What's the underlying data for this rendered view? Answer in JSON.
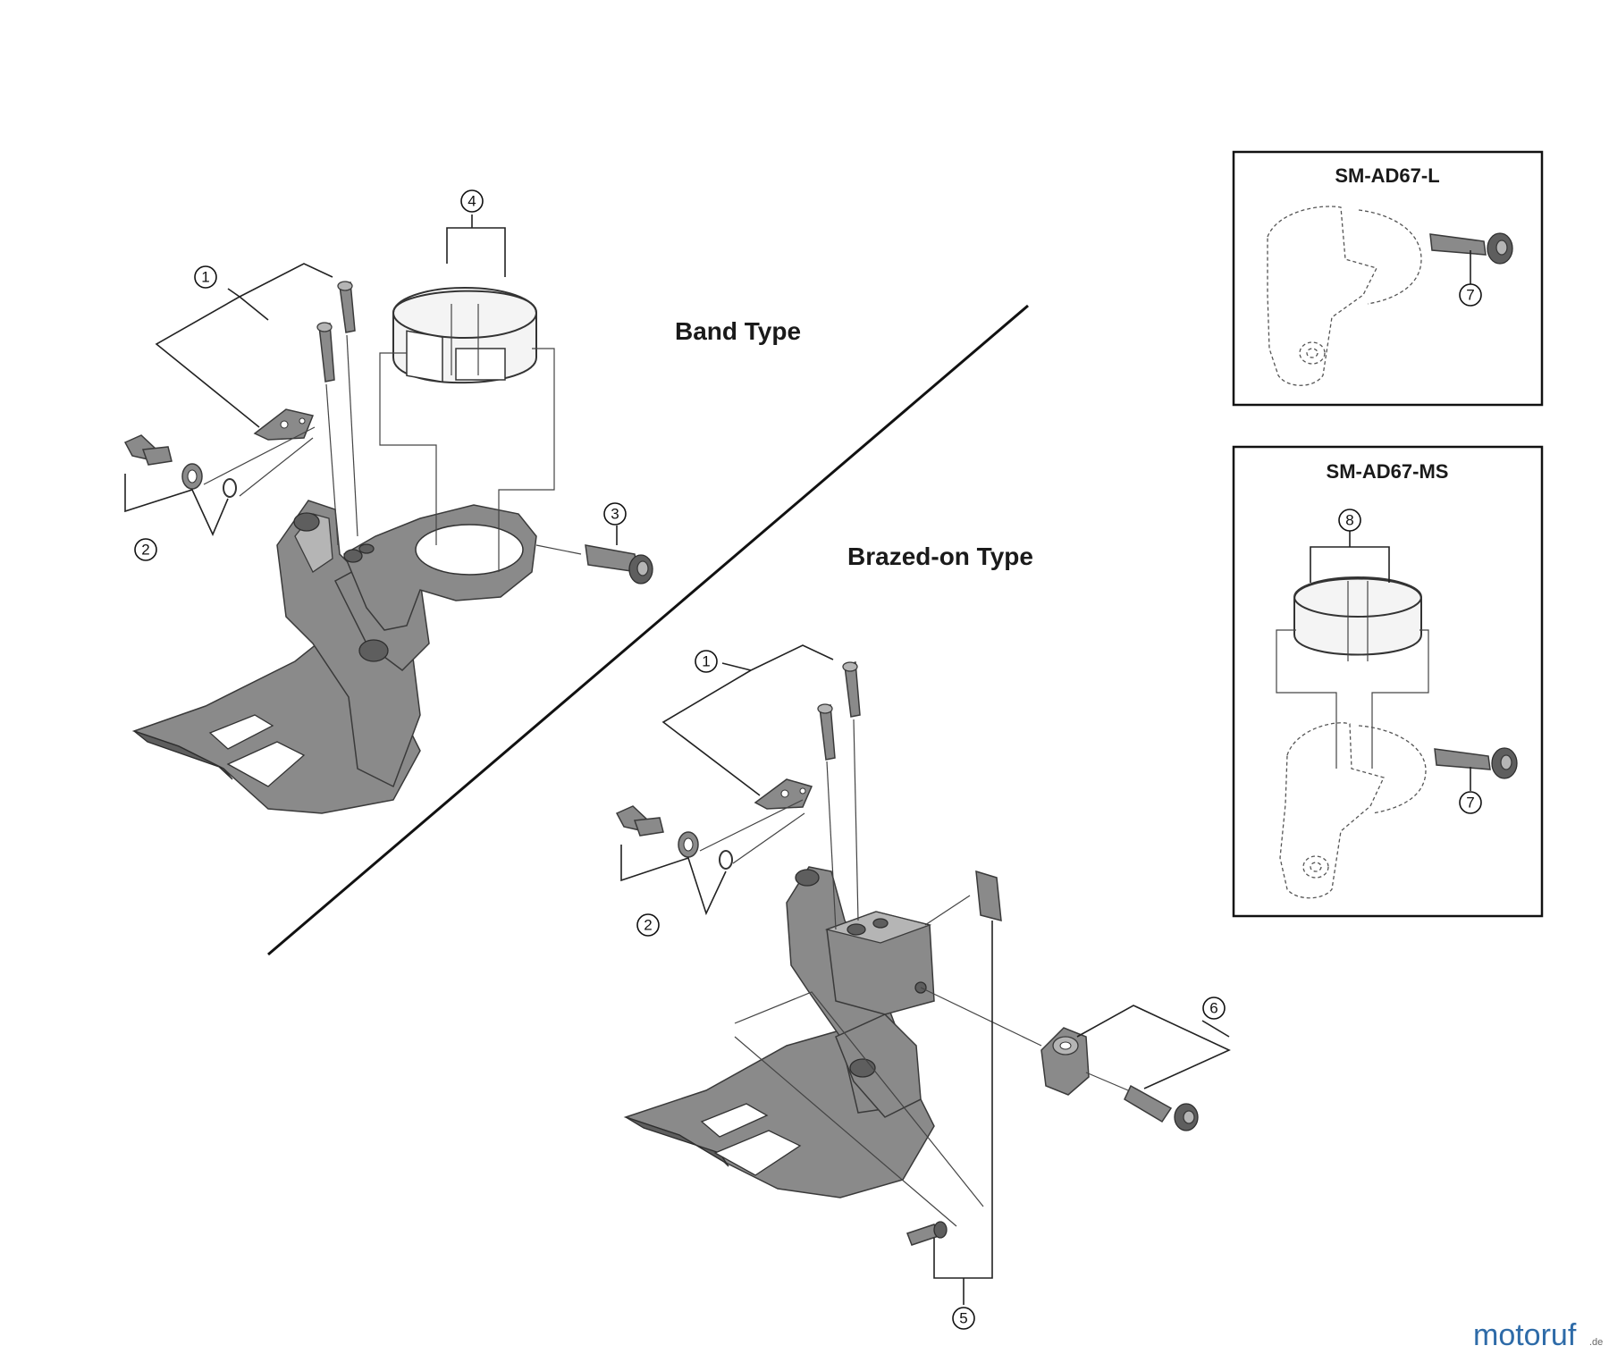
{
  "headings": {
    "band_type": "Band Type",
    "brazed_on_type": "Brazed-on Type"
  },
  "boxes": {
    "box_l": {
      "title": "SM-AD67-L"
    },
    "box_ms": {
      "title": "SM-AD67-MS"
    }
  },
  "callouts": {
    "c1a": "1",
    "c2a": "2",
    "c3": "3",
    "c4": "4",
    "c1b": "1",
    "c2b": "2",
    "c5": "5",
    "c6": "6",
    "c7a": "7",
    "c7b": "7",
    "c8": "8"
  },
  "watermark": {
    "brand": "motoruf",
    "suffix": ".de"
  },
  "colors": {
    "part_fill": "#8a8a8a",
    "ink": "#1a1a1a"
  }
}
